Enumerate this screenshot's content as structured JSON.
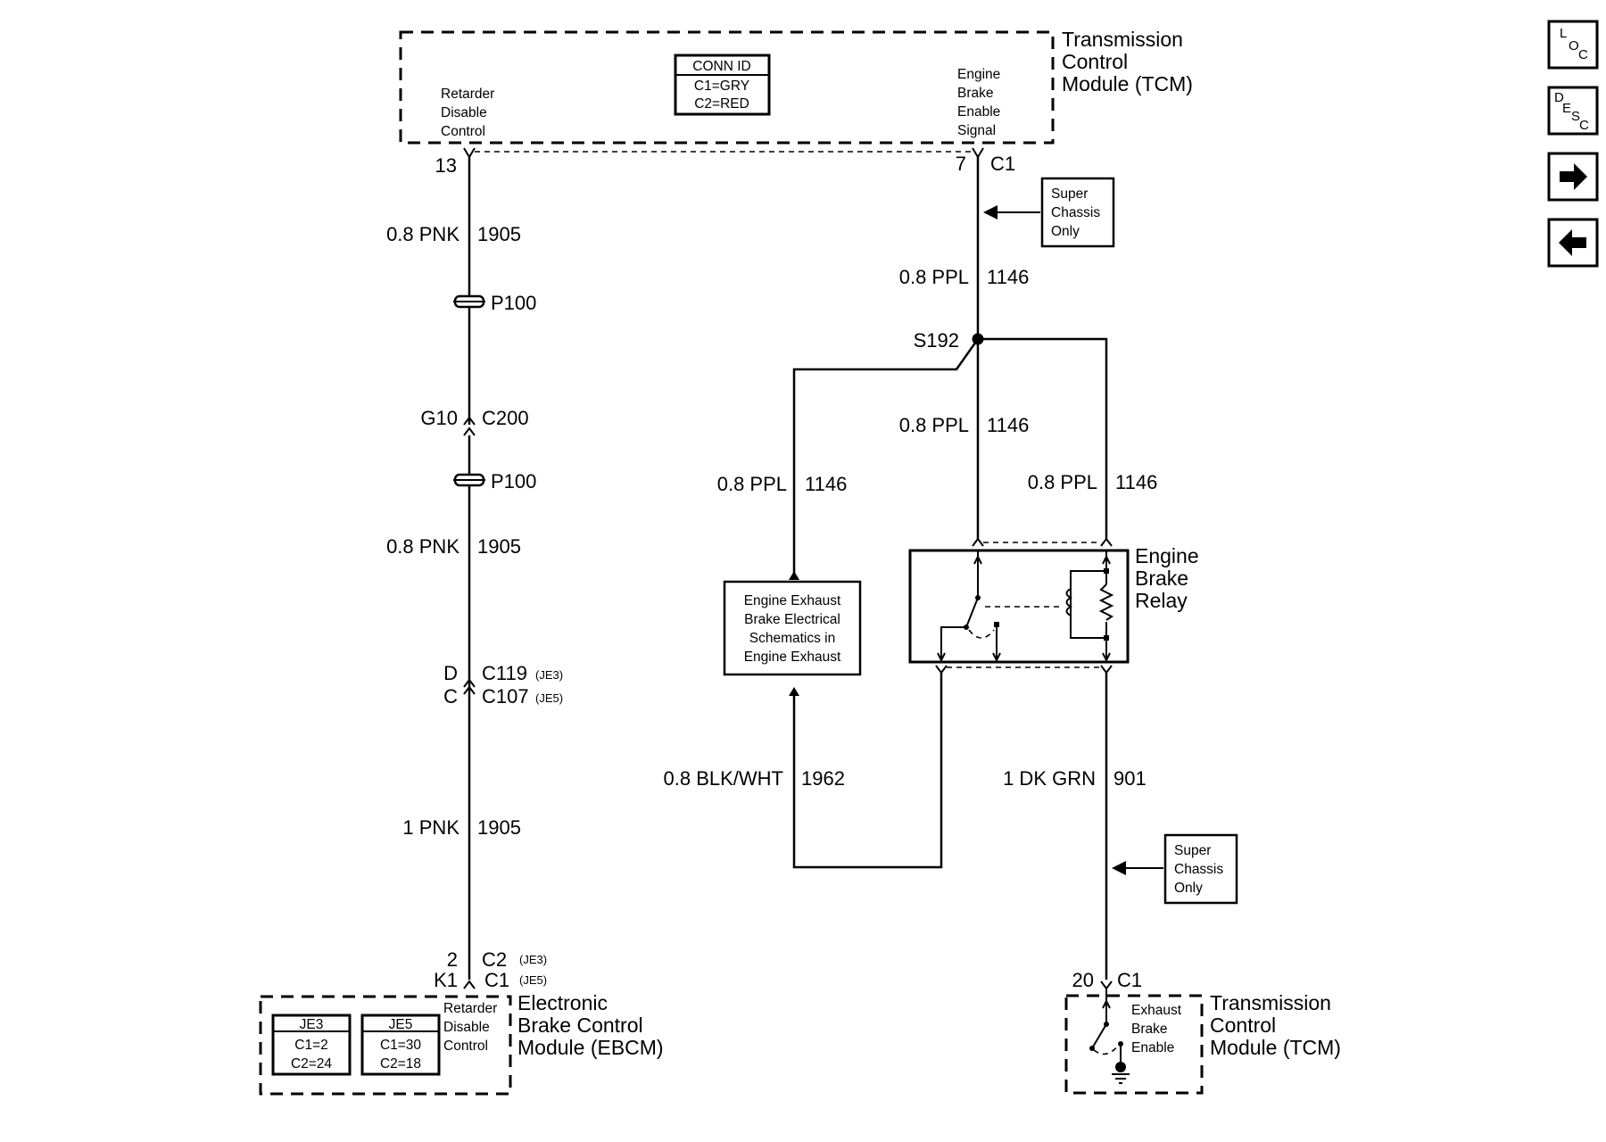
{
  "tcm_top": {
    "title": [
      "Transmission",
      "Control",
      "Module (TCM)"
    ],
    "conn_id": {
      "header": "CONN ID",
      "rows": [
        "C1=GRY",
        "C2=RED"
      ]
    },
    "left_pin_label": [
      "Retarder",
      "Disable",
      "Control"
    ],
    "right_pin_label": [
      "Engine",
      "Brake",
      "Enable",
      "Signal"
    ],
    "left_pin": "13",
    "right_pin": "7",
    "right_conn": "C1"
  },
  "left_circuit": {
    "seg1": {
      "wire": "0.8 PNK",
      "circuit": "1905"
    },
    "splice1": "P100",
    "conn": {
      "pin": "G10",
      "name": "C200"
    },
    "splice2": "P100",
    "seg2": {
      "wire": "0.8 PNK",
      "circuit": "1905"
    },
    "conn2": {
      "pin_a": "D",
      "name_a": "C119",
      "opt_a": "(JE3)",
      "pin_b": "C",
      "name_b": "C107",
      "opt_b": "(JE5)"
    },
    "seg3": {
      "wire": "1 PNK",
      "circuit": "1905"
    },
    "ebcm_pins": {
      "pin_a": "2",
      "conn_a": "C2",
      "opt_a": "(JE3)",
      "pin_b": "K1",
      "conn_b": "C1",
      "opt_b": "(JE5)"
    }
  },
  "ebcm": {
    "title": [
      "Electronic",
      "Brake Control",
      "Module (EBCM)"
    ],
    "pin_label": [
      "Retarder",
      "Disable",
      "Control"
    ],
    "je3": {
      "header": "JE3",
      "rows": [
        "C1=2",
        "C2=24"
      ]
    },
    "je5": {
      "header": "JE5",
      "rows": [
        "C1=30",
        "C2=18"
      ]
    }
  },
  "right_circuit": {
    "super_chassis_top": [
      "Super",
      "Chassis",
      "Only"
    ],
    "seg1": {
      "wire": "0.8 PPL",
      "circuit": "1146"
    },
    "splice": "S192",
    "seg_left": {
      "wire": "0.8 PPL",
      "circuit": "1146"
    },
    "seg_mid": {
      "wire": "0.8 PPL",
      "circuit": "1146"
    },
    "seg_right": {
      "wire": "0.8 PPL",
      "circuit": "1146"
    },
    "ref_box": [
      "Engine Exhaust",
      "Brake Electrical",
      "Schematics in",
      "Engine Exhaust"
    ],
    "relay_title": [
      "Engine",
      "Brake",
      "Relay"
    ],
    "seg_ground": {
      "wire": "0.8 BLK/WHT",
      "circuit": "1962"
    },
    "seg_output": {
      "wire": "1 DK GRN",
      "circuit": "901"
    },
    "super_chassis_bottom": [
      "Super",
      "Chassis",
      "Only"
    ],
    "tcm_pin": "20",
    "tcm_conn": "C1"
  },
  "tcm_bottom": {
    "title": [
      "Transmission",
      "Control",
      "Module (TCM)"
    ],
    "pin_label": [
      "Exhaust",
      "Brake",
      "Enable"
    ]
  },
  "nav": {
    "loc": {
      "a": "L",
      "b": "O",
      "c": "C"
    },
    "desc": {
      "a": "D",
      "b": "E",
      "c": "S",
      "d": "C"
    },
    "forward": "forward-arrow",
    "back": "back-arrow"
  }
}
